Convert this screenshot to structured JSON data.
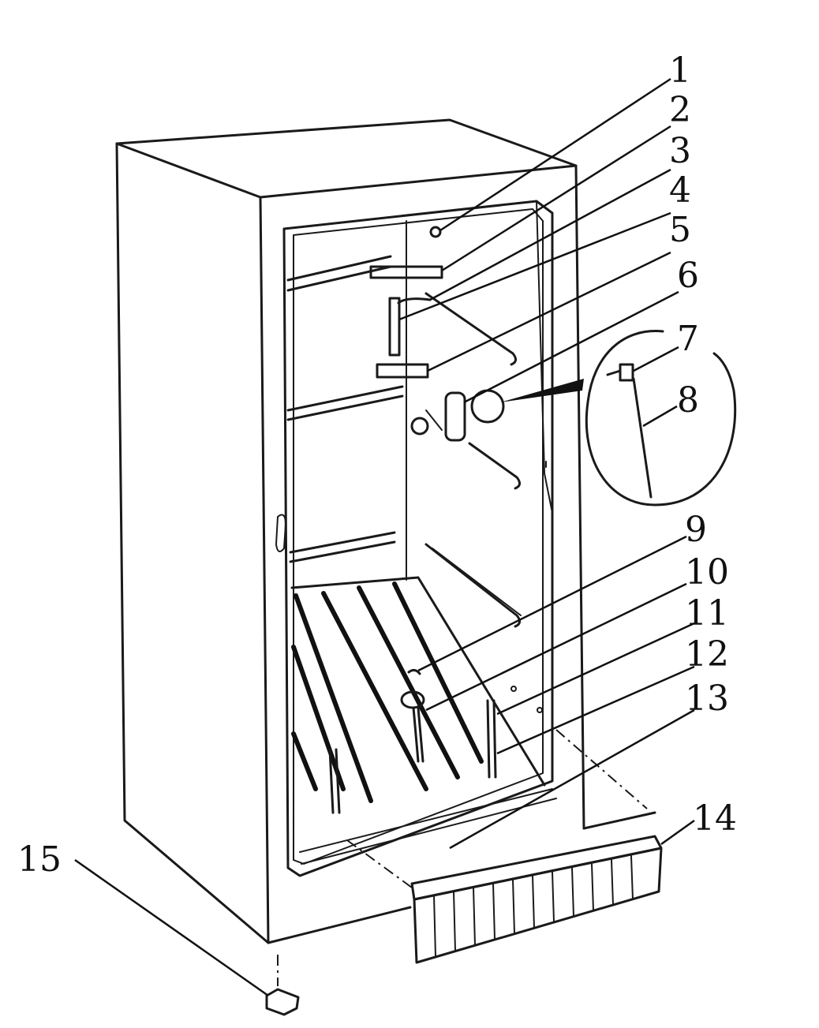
{
  "diagram": {
    "callouts": [
      "1",
      "2",
      "3",
      "4",
      "5",
      "6",
      "7",
      "8",
      "9",
      "10",
      "11",
      "12",
      "13",
      "14",
      "15"
    ]
  }
}
